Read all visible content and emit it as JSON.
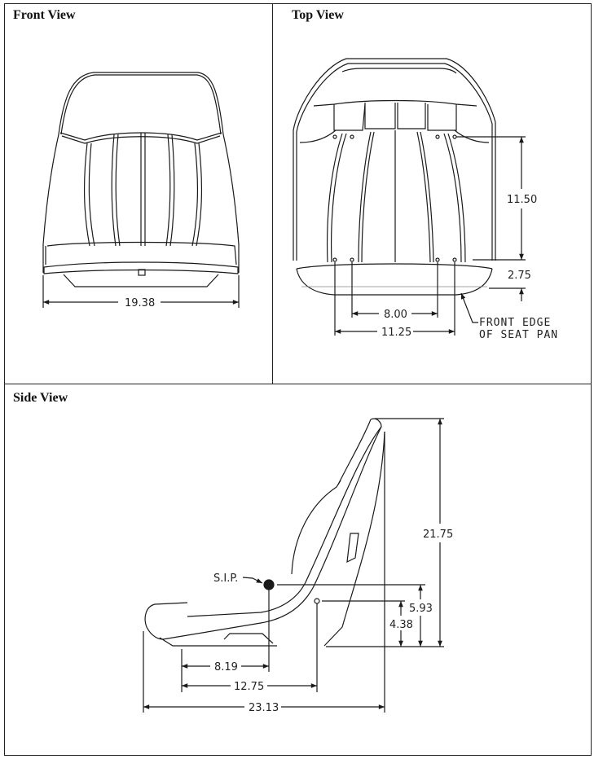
{
  "panels": {
    "front": {
      "title": "Front View",
      "dimensions": {
        "overall_width": "19.38"
      }
    },
    "top": {
      "title": "Top View",
      "dimensions": {
        "depth": "11.50",
        "front_offset": "2.75",
        "inner_hole_spacing": "8.00",
        "outer_hole_spacing": "11.25"
      },
      "callout": {
        "line1": "FRONT EDGE",
        "line2": "OF SEAT PAN"
      }
    },
    "side": {
      "title": "Side View",
      "dimensions": {
        "overall_height": "21.75",
        "sip_height": "5.93",
        "hole_height": "4.38",
        "sip_from_front": "8.19",
        "hole_from_front": "12.75",
        "overall_depth": "23.13"
      },
      "callout": {
        "sip_label": "S.I.P."
      }
    }
  }
}
